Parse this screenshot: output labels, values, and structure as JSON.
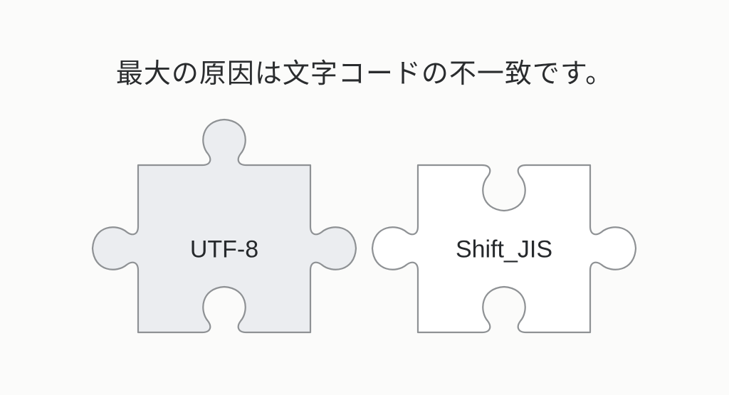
{
  "title": "最大の原因は文字コードの不一致です。",
  "pieces": [
    {
      "label": "UTF-8",
      "fill": "#ebedf0",
      "stroke": "#8e9194"
    },
    {
      "label": "Shift_JIS",
      "fill": "#ffffff",
      "stroke": "#8e9194"
    }
  ],
  "colors": {
    "background": "#fbfbfa",
    "text": "#2a2c2e"
  }
}
